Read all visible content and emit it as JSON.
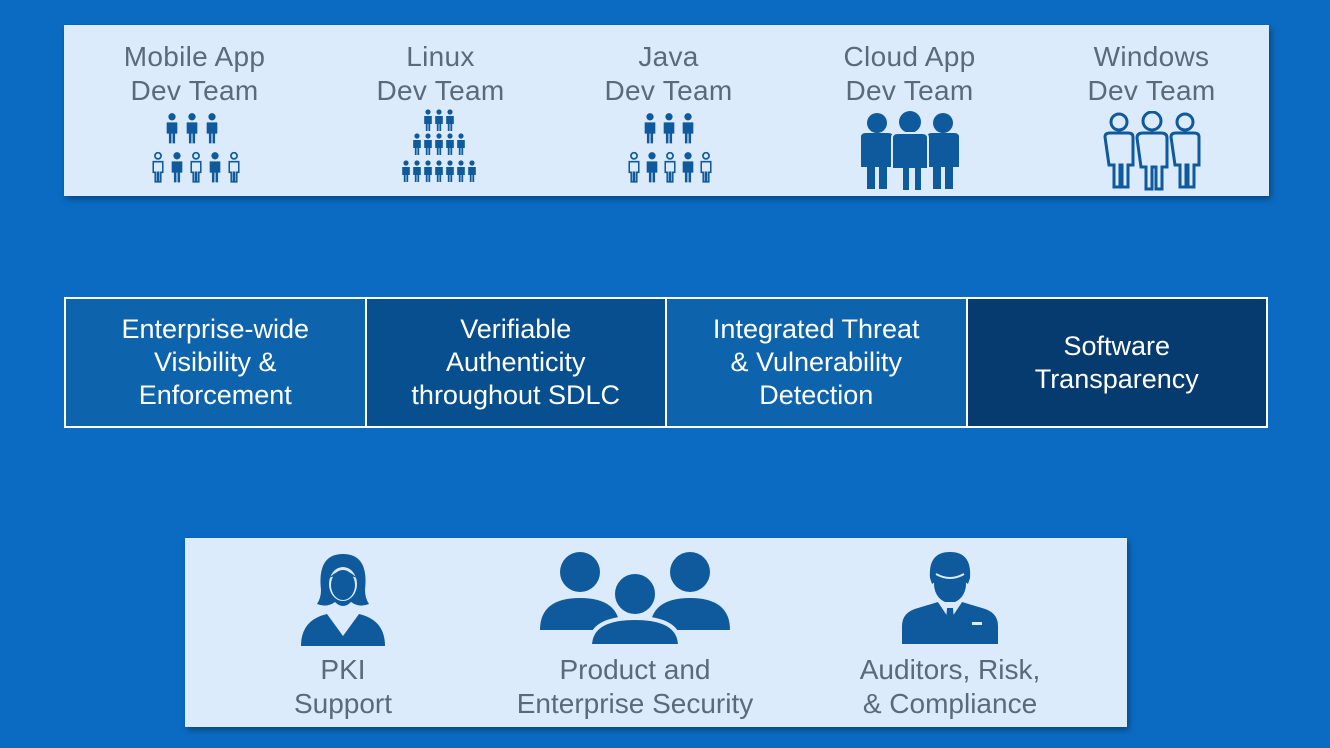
{
  "teams": [
    {
      "line1": "Mobile App",
      "line2": "Dev Team",
      "icon": "small-team-group-icon"
    },
    {
      "line1": "Linux",
      "line2": "Dev Team",
      "icon": "large-team-pyramid-icon"
    },
    {
      "line1": "Java",
      "line2": "Dev Team",
      "icon": "small-team-group-icon"
    },
    {
      "line1": "Cloud App",
      "line2": "Dev Team",
      "icon": "three-people-solid-icon"
    },
    {
      "line1": "Windows",
      "line2": "Dev Team",
      "icon": "three-people-outline-icon"
    }
  ],
  "pillars": [
    {
      "line1": "Enterprise-wide",
      "line2": "Visibility &",
      "line3": "Enforcement",
      "color": "#0e63ad"
    },
    {
      "line1": "Verifiable",
      "line2": "Authenticity",
      "line3": "throughout SDLC",
      "color": "#074f8f"
    },
    {
      "line1": "Integrated Threat",
      "line2": "& Vulnerability",
      "line3": "Detection",
      "color": "#0e63ad"
    },
    {
      "line1": "Software",
      "line2": "Transparency",
      "line3": "",
      "color": "#053b6e"
    }
  ],
  "roles": [
    {
      "line1": "PKI",
      "line2": "Support",
      "icon": "woman-user-icon"
    },
    {
      "line1": "Product and",
      "line2": "Enterprise Security",
      "icon": "group-users-icon"
    },
    {
      "line1": "Auditors, Risk,",
      "line2": "& Compliance",
      "icon": "businessman-icon"
    }
  ],
  "colors": {
    "background": "#0b6bc2",
    "panel": "#dcebfb",
    "icon": "#0e5a9c",
    "panel_text": "#5a6a7a"
  }
}
